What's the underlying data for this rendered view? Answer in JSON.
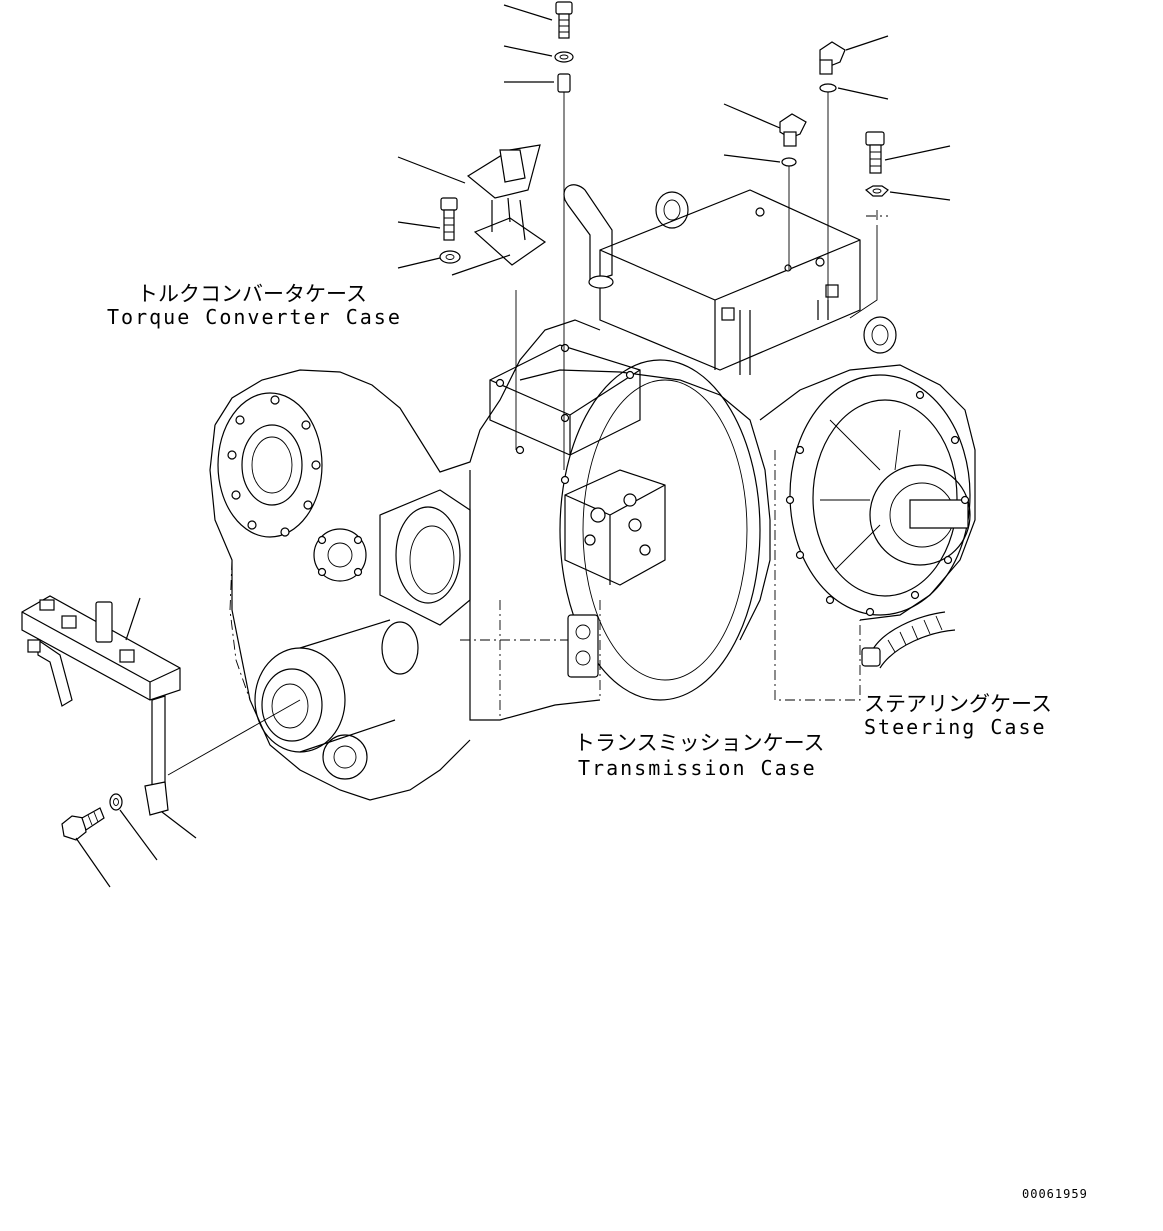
{
  "labels": {
    "torque_converter": {
      "jp": "トルクコンバータケース",
      "en": "Torque Converter Case"
    },
    "steering": {
      "jp": "ステアリングケース",
      "en": "Steering Case"
    },
    "transmission": {
      "jp": "トランスミッションケース",
      "en": "Transmission Case"
    }
  },
  "drawing_code": "00061959"
}
